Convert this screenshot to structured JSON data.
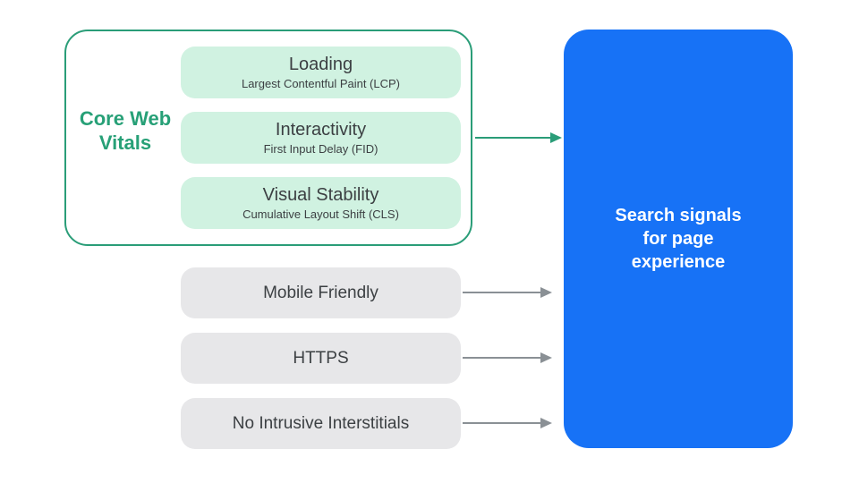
{
  "colors": {
    "green_accent": "#2a9d78",
    "green_label_text": "#27a077",
    "green_pill_fill": "#d0f2e1",
    "gray_pill_fill": "#e7e7e9",
    "gray_arrow": "#8a9095",
    "blue_fill": "#1772f6",
    "dark_text": "#3c4043",
    "white_text": "#ffffff"
  },
  "core_web_vitals": {
    "label": "Core Web Vitals",
    "items": [
      {
        "title": "Loading",
        "subtitle": "Largest Contentful Paint (LCP)"
      },
      {
        "title": "Interactivity",
        "subtitle": "First Input Delay (FID)"
      },
      {
        "title": "Visual Stability",
        "subtitle": "Cumulative Layout Shift (CLS)"
      }
    ]
  },
  "other_signals": {
    "items": [
      {
        "label": "Mobile Friendly"
      },
      {
        "label": "HTTPS"
      },
      {
        "label": "No Intrusive Interstitials"
      }
    ]
  },
  "result_box": {
    "lines": [
      "Search signals",
      "for page",
      "experience"
    ]
  }
}
